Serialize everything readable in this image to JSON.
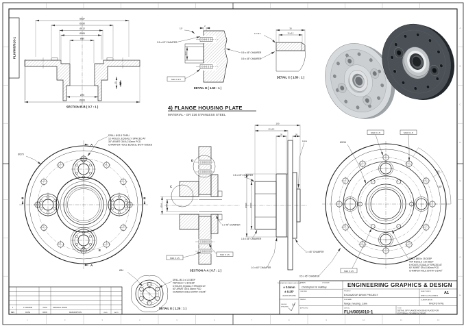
{
  "frame": {
    "doc_box": "FLH/005/010-1",
    "grid_cols": [
      "1",
      "2",
      "3",
      "4",
      "5",
      "6",
      "7",
      "8",
      "9",
      "10",
      "11",
      "12"
    ],
    "grid_rows": [
      "A",
      "B",
      "C",
      "D",
      "E",
      "F",
      "G",
      "H"
    ]
  },
  "note_title": {
    "line1": "4) FLANGE HOUSING PLATE",
    "line2": "MATERIAL - GR 316 STAINLESS STEEL"
  },
  "section_bb": {
    "caption": "SECTION B-B ( 0.7 : 1 )",
    "d237": "Ø237",
    "d190": "Ø190",
    "d112": "Ø112",
    "d106": "Ø106",
    "d80": "Ø80",
    "d75": "Ø75",
    "d206": "Ø206",
    "w30": "30",
    "w125": "12.5"
  },
  "detail_d": {
    "caption": "DETAIL D ( 1.50 : 1 )",
    "chamfer_left": "0.5 x 45° CHAMFER",
    "chamfer_r1": "0.5 x 45° CHAMFER",
    "chamfer_r2": "0.5 x 45° CHAMFER",
    "d20": "Ø20",
    "dim2": "2",
    "angle15": "15°",
    "thread": "M10 X 1.5"
  },
  "detail_c": {
    "caption": "DETAIL C ( 1.50 : 1 )",
    "w30": "30",
    "w26": "26 ±0.2",
    "t15": "1.5 ±0.2"
  },
  "front_view": {
    "d270": "Ø270",
    "a": "A",
    "b": "B",
    "e": "E",
    "note1": "DRILL Ø13.5 THRU",
    "note2": "12 HOLES, EQUALLY SPACED AT",
    "note3": "30° APART ON A 210mm PCD",
    "note4": "CHAMFER HOLE EDGES, BOTH SIDES"
  },
  "section_aa": {
    "caption": "SECTION A-A ( 0.7 : 1 )",
    "c": "C",
    "d": "D",
    "d34": "Ø34",
    "d25": "Ø25",
    "chamfer": "1 x 45° CHAMFER",
    "thread1": "M10 X 1.5",
    "thread2": "M10 X 1.5"
  },
  "side_view": {
    "w100": "100",
    "w60": "60 ±0.5",
    "w20a": "20",
    "w20b": "20",
    "w12": "12mm",
    "d130": "Ø130",
    "d100": "Ø100",
    "ch_top": "1.5 x 45° CHAMFER",
    "ch_bot": "1.5 x 45° CHAMFER",
    "ch_10": "1.0 x 45° CHAMFER",
    "ch_1": "1 x 45° CHAMFER"
  },
  "rear_view": {
    "d136": "Ø136",
    "a30": "30°",
    "a60": "60°",
    "ch_05": "0.5 x 45° CHAMFER",
    "thread_top": "M10 X 1.5",
    "thread_top2": "M10 X 1.5",
    "thread_bot": "M10 X 1.5",
    "note1": "DRILL Ø8.5 x 25 DEEP",
    "note2": "TAP M10x1.5 x 20 DEEP",
    "note3": "6 HOLES, EQUALLY SPACED AT",
    "note4": "60° APART ON A 100mm PCD",
    "note5": "CHAMFER HOLE ENTRY 0.5x45°"
  },
  "detail_e": {
    "caption": "DETAIL E ( 1.25 : 1 )",
    "d34": "Ø34",
    "note1": "DRILL Ø3.3 x 12 DEEP",
    "note2": "TAP M4x0.7 x 8 DEEP",
    "note3": "6 HOLES, EQUALLY SPACED AT",
    "note4": "60° APART ON A 54mm PCD",
    "note5": "CHAMFER HOLE ENTRY 0.5x45°"
  },
  "revision": {
    "r1_rev": "1",
    "r1_date": "17/10/2008",
    "r1_by": "CWH",
    "r1_desc": "ORIGINAL ISSUE",
    "h_rev": "REV",
    "h_date": "DATE",
    "h_by": "DWN",
    "h_desc": "DESCRIPTION",
    "h_c5": "CHKD",
    "h_c6": "APVD"
  },
  "title_block": {
    "tol_header": "TOLERANCES LINEAR & ANGULAR",
    "tol_linear": "± 0.5mm",
    "tol_angular": "± 0.25°",
    "tol_unless": "UNLESS SPECIFIED",
    "finish_unless1": "UNLESS",
    "finish_unless2": "SPECIFIED",
    "finish_value": "1.6",
    "drawn_label": "DRAWN",
    "drawn_date": "17/10/2008",
    "drawn_name": "Christopher W. Halliday",
    "checked_label": "CHECKED",
    "passed_label": "PASSED",
    "approved_label": "APPROVED",
    "company": "ENGINEERING GRAPHICS & DESIGN",
    "project_label": "PROJECT",
    "project": "EXCAVATOR DRIVE PROJECT",
    "file_label": "FILE NAME",
    "file": "flange_housing_1.idw",
    "sheet_label": "SHEET SIZE IS",
    "sheet_size": "A1",
    "sheet_of": "SHEET 01 OF 01 SHEETS",
    "class_label": "CLASSIFICATION",
    "classification": "PROTOTYPE",
    "dwg_label": "DWG No.",
    "dwg_no": "FLH/005/010-1",
    "title_label": "TITLE",
    "title_line1": "DETAIL OF FLANGE HOUSING PLATE FOR",
    "title_line2": "EXTERNAL GEARBOX DRIVE"
  },
  "colors": {
    "line": "#2a2a2a",
    "render_dark": "#4a5056",
    "render_light": "#d7dadc",
    "paper": "#ffffff"
  }
}
